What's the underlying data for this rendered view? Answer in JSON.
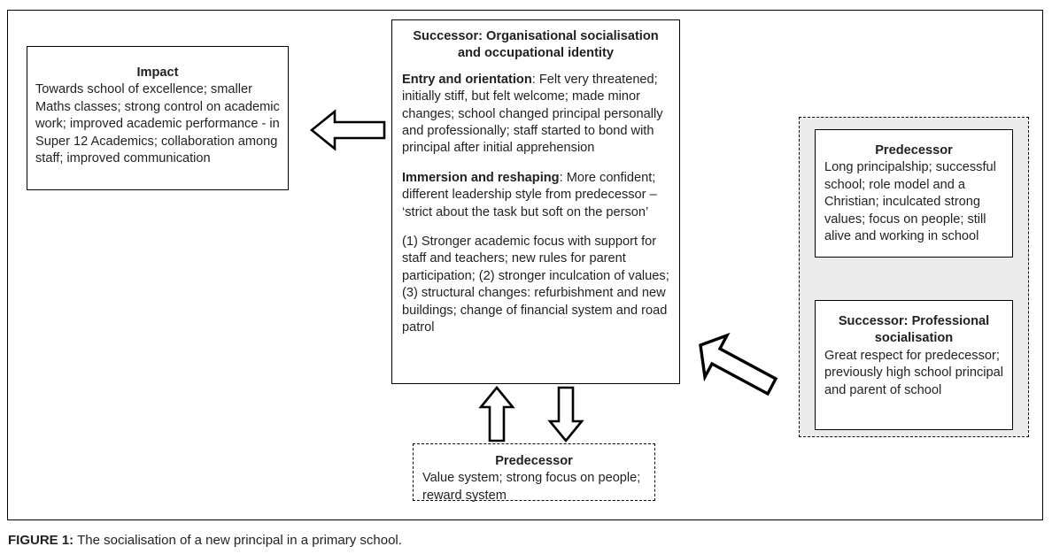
{
  "figure": {
    "caption_label": "FIGURE 1:",
    "caption_text": "The socialisation of a new principal in a primary school."
  },
  "impact_box": {
    "title": "Impact",
    "body": "Towards school of excellence; smaller Maths classes; strong control on academic work; improved academic performance - in Super 12 Academics; collaboration among staff; improved communication"
  },
  "center_box": {
    "heading": "Successor: Organisational socialisation and occupational identity",
    "entry_lead": "Entry and orientation",
    "entry_text": ": Felt very threatened; initially stiff, but felt welcome; made minor changes; school changed principal personally and professionally; staff started to bond with principal after initial apprehension",
    "immersion_lead": "Immersion and reshaping",
    "immersion_text": ": More confident; different leadership style from predecessor – ‘strict about the task but soft on the person’",
    "changes_text": "(1) Stronger academic focus with support for staff and teachers; new rules for parent participation; (2) stronger inculcation of values; (3) structural changes: refurbishment and new buildings; change of financial system and road patrol"
  },
  "predecessor_right_box": {
    "title": "Predecessor",
    "body": "Long principalship; successful school; role model and a Christian; inculcated strong values; focus on people; still alive and working in school"
  },
  "successor_right_box": {
    "title": "Successor: Professional socialisation",
    "body": "Great respect for predecessor; previously high school principal and parent of school"
  },
  "predecessor_bottom_box": {
    "title": "Predecessor",
    "body": "Value system; strong focus on people; reward system"
  },
  "arrows": {
    "left": "arrow-left",
    "up": "arrow-up",
    "down": "arrow-down",
    "diagonal": "arrow-up-left-diagonal"
  },
  "colors": {
    "line": "#000000",
    "text": "#231f20",
    "group_fill": "#ebebeb",
    "background": "#ffffff"
  }
}
